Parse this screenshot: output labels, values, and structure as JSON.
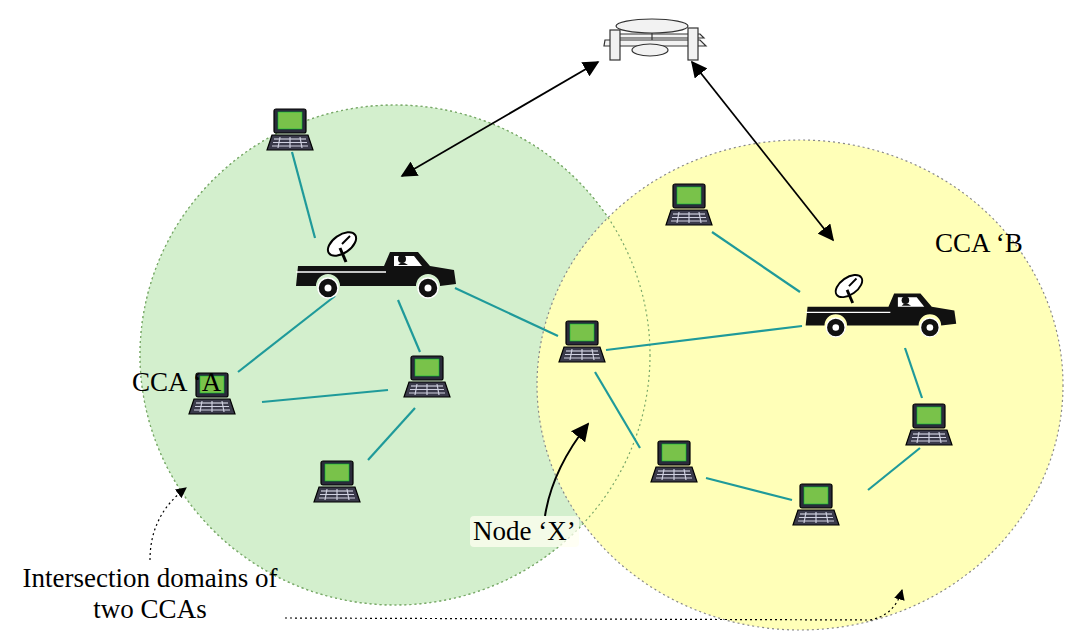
{
  "diagram": {
    "nodes": [
      {
        "text": [
          "CCA ‘A"
        ]
      },
      {
        "text": [
          "CCA ‘B"
        ]
      }
    ],
    "labels": [
      "Node ‘X’",
      "Intersection domains of two CCAs"
    ]
  }
}
